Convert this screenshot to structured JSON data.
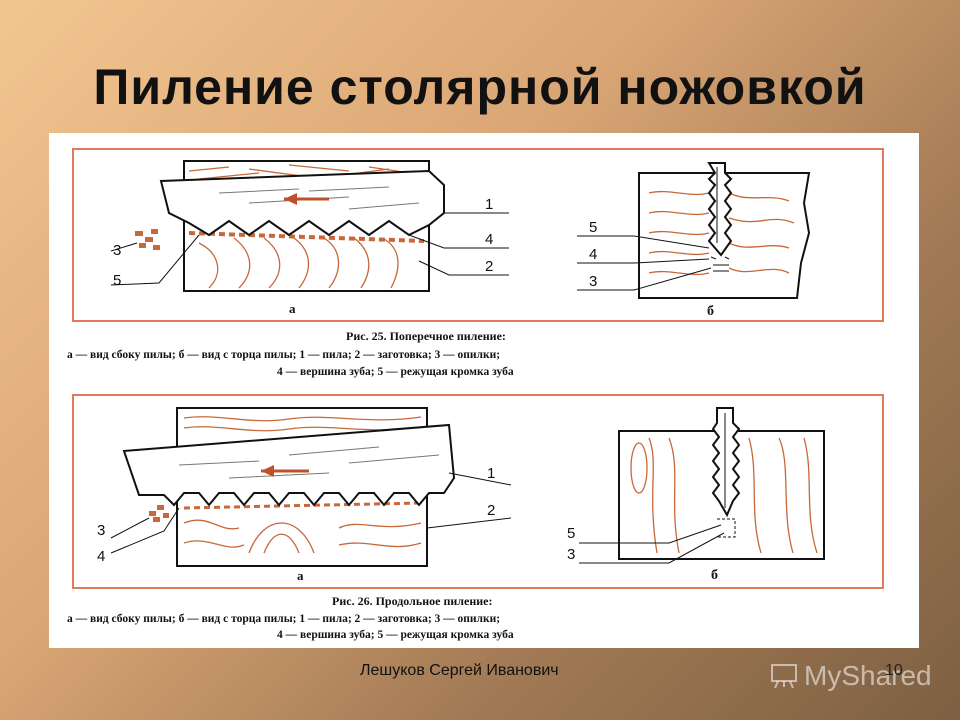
{
  "slide": {
    "title": "Пиление столярной ножовкой",
    "author": "Лешуков Сергей Иванович",
    "page_number": "10",
    "watermark": "MyShared"
  },
  "figure_top": {
    "labels_side": [
      "1",
      "4",
      "2",
      "3",
      "5"
    ],
    "side_view": "а",
    "labels_end": [
      "5",
      "4",
      "3"
    ],
    "end_view": "б",
    "caption_title": "Рис. 25. Поперечное пиление:",
    "caption_line1": "а — вид сбоку пилы; б — вид с торца пилы; 1 — пила; 2 — заготовка; 3 — опилки;",
    "caption_line2": "4 — вершина зуба; 5 — режущая кромка зуба"
  },
  "figure_bottom": {
    "labels_side": [
      "1",
      "2",
      "3",
      "4"
    ],
    "side_view": "а",
    "labels_end": [
      "5",
      "3"
    ],
    "end_view": "б",
    "caption_title": "Рис. 26. Продольное пиление:",
    "caption_line1": "а — вид сбоку пилы; б — вид с торца пилы; 1 — пила; 2 — заготовка; 3 — опилки;",
    "caption_line2": "4 — вершина зуба; 5 — режущая кромка зуба"
  },
  "colors": {
    "wood_grain": "#c8683a",
    "arrow": "#c0502a",
    "border": "#e07a5a",
    "line": "#111111"
  }
}
